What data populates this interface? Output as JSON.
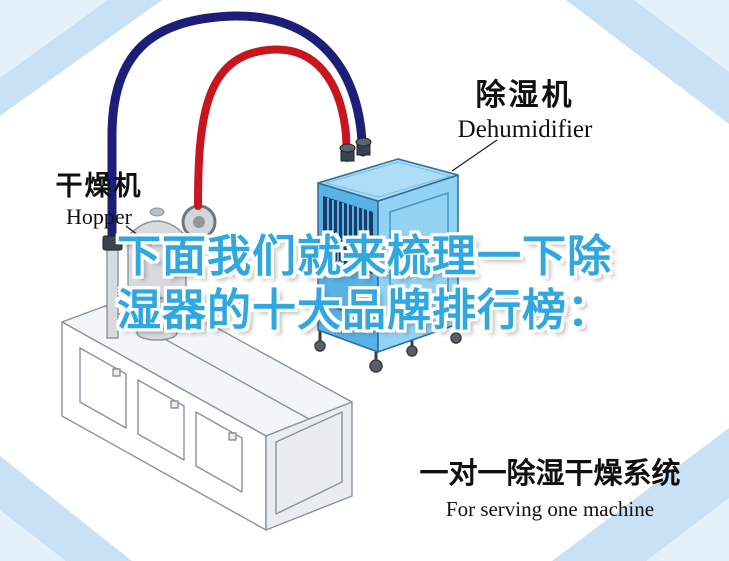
{
  "labels": {
    "dehumidifier": {
      "cn": "除湿机",
      "en": "Dehumidifier"
    },
    "hopper": {
      "cn": "干燥机",
      "en": "Hopper"
    },
    "system": {
      "cn": "一对一除湿干燥系统",
      "en": "For serving one machine"
    }
  },
  "caption": {
    "line1": "下面我们就来梳理一下除",
    "line2": "湿器的十大品牌排行榜："
  },
  "illustration": {
    "dehumidifier_machine": "blue dehumidifier cabinet with louvered intake, hose connectors and casters",
    "hopper_machine": "hopper dryer with blower ring on extruder",
    "extruder_machine": "white isometric extruder line with access panels",
    "pipe_red": "red air hose from hopper to dehumidifier",
    "pipe_navy": "navy air hose from machine to dehumidifier"
  },
  "colors": {
    "caption_text": "#2FA8DF",
    "pipe_red": "#C9151E",
    "pipe_navy": "#1E1E78",
    "machine_blue": "#58B2E6",
    "machine_blue_light": "#92D3F3",
    "machine_blue_top": "#AEDDF6",
    "machine_outline": "#2A6D9E",
    "louver_dark": "#1C3A66",
    "corner_blue": "#C9E1F4",
    "corner_blue_light": "#E3F1FB",
    "gray_machine": "#D7DBDE",
    "gray_outline": "#8A939B",
    "label_text": "#101010"
  }
}
